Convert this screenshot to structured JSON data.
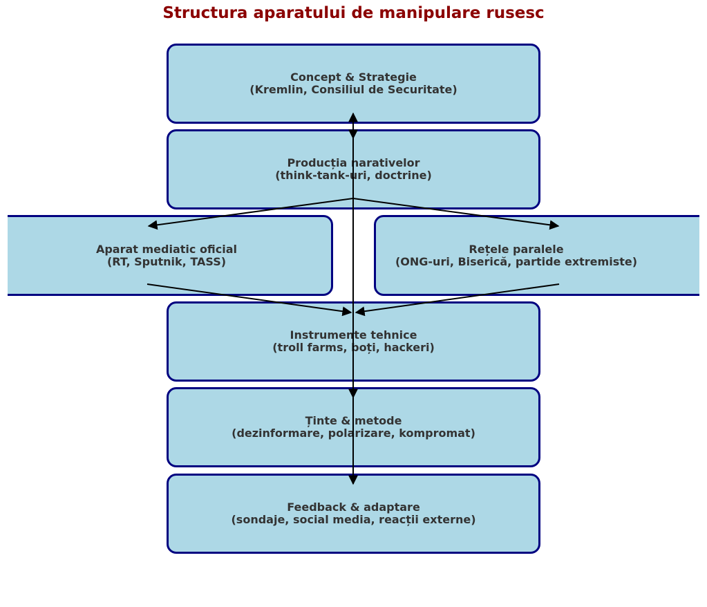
{
  "title": "Structura aparatului de manipulare rusesc",
  "colors": {
    "title": "#8b0000",
    "node_fill": "#add8e6",
    "node_border": "#000080",
    "node_text": "#333333",
    "arrow": "#000000"
  },
  "nodes": {
    "concept": {
      "line1": "Concept & Strategie",
      "line2": "(Kremlin, Consiliul de Securitate)"
    },
    "productie": {
      "line1": "Producția narativelor",
      "line2": "(think-tank-uri, doctrine)"
    },
    "media": {
      "line1": "Aparat mediatic oficial",
      "line2": "(RT, Sputnik, TASS)"
    },
    "retele": {
      "line1": "Rețele paralele",
      "line2": "(ONG-uri, Biserică, partide extremiste)"
    },
    "instrumente": {
      "line1": "Instrumente tehnice",
      "line2": "(troll farms, boți, hackeri)"
    },
    "tinte": {
      "line1": "Ținte & metode",
      "line2": "(dezinformare, polarizare, kompromat)"
    },
    "feedback": {
      "line1": "Feedback & adaptare",
      "line2": "(sondaje, social media, reacții externe)"
    }
  },
  "edges": [
    {
      "from": "concept",
      "to": "productie"
    },
    {
      "from": "productie",
      "to": "media"
    },
    {
      "from": "productie",
      "to": "retele"
    },
    {
      "from": "media",
      "to": "instrumente"
    },
    {
      "from": "retele",
      "to": "instrumente"
    },
    {
      "from": "instrumente",
      "to": "tinte"
    },
    {
      "from": "tinte",
      "to": "feedback"
    },
    {
      "from": "feedback",
      "to": "concept"
    }
  ]
}
